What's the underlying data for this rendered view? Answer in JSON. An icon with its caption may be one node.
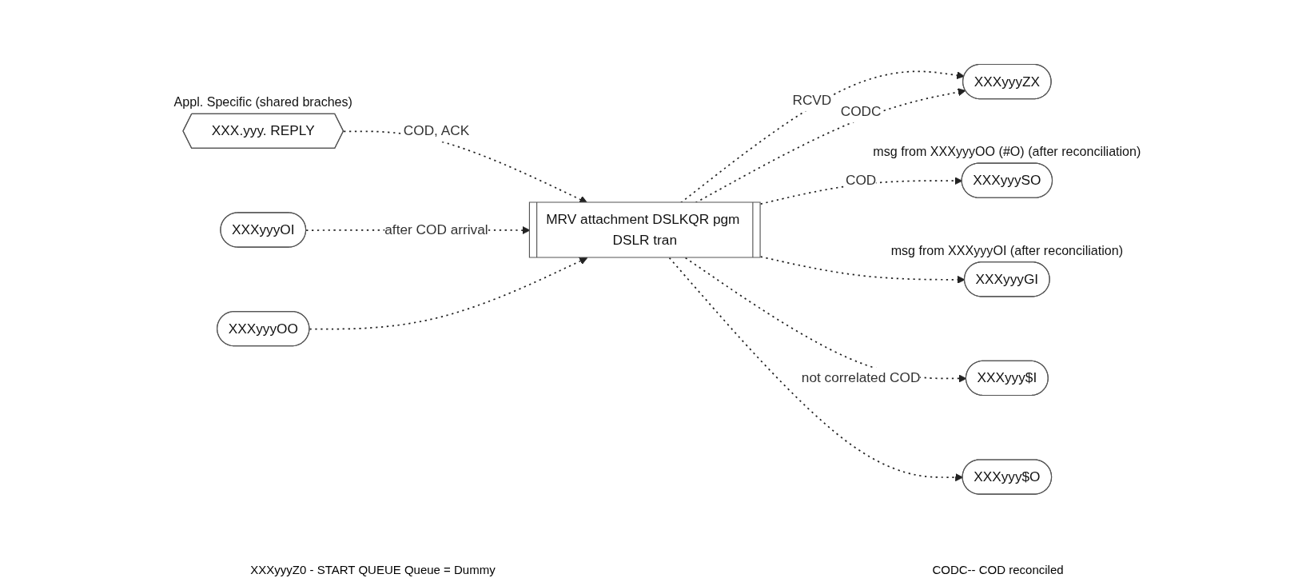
{
  "diagram": {
    "nodes": [
      {
        "text": [
          "XXX.yyy. REPLY"
        ],
        "beside": [
          "Appl. Specific (shared braches)"
        ]
      },
      {
        "text": [
          "MRV attachment DSLKQR pgm DSLR tran"
        ]
      },
      {
        "text": [
          "XXXyyyZX"
        ]
      },
      {
        "text": [
          "XXXyyySO"
        ],
        "beside": [
          "msg from XXXyyyOO (#O) (after reconciliation)"
        ]
      },
      {
        "text": [
          "XXXyyyGI"
        ],
        "beside": [
          "msg from XXXyyyOI (after reconciliation)"
        ]
      },
      {
        "text": [
          "XXXyyyOI"
        ]
      },
      {
        "text": [
          "XXXyyyOO"
        ]
      },
      {
        "text": [
          "XXXyyy$I"
        ]
      },
      {
        "text": [
          "XXXyyy$O"
        ]
      }
    ],
    "edges": [
      {
        "from": 0,
        "to": 1,
        "arrow": "to",
        "label": "COD, ACK",
        "style": "dashed"
      },
      {
        "from": 1,
        "to": 2,
        "arrow": "to",
        "label": "RCVD",
        "style": "dashed"
      },
      {
        "from": 1,
        "to": 2,
        "arrow": "to",
        "label": "CODC",
        "style": "dashed"
      },
      {
        "from": 1,
        "to": 3,
        "arrow": "to",
        "label": "COD",
        "style": "dashed"
      },
      {
        "from": 1,
        "to": 4,
        "arrow": "to",
        "style": "dashed"
      },
      {
        "from": 5,
        "to": 1,
        "arrow": "to",
        "label": "after COD arrival",
        "style": "dashed"
      },
      {
        "from": 6,
        "to": 1,
        "arrow": "to",
        "style": "dashed"
      },
      {
        "from": 1,
        "to": 7,
        "arrow": "to",
        "label": "not correlated COD",
        "style": "dashed"
      },
      {
        "from": 1,
        "to": 8,
        "arrow": "to",
        "style": "dashed"
      }
    ],
    "labels": [
      "XXXyyyZ0 - START QUEUE Queue = Dummy",
      "CODC-- COD reconciled"
    ]
  }
}
